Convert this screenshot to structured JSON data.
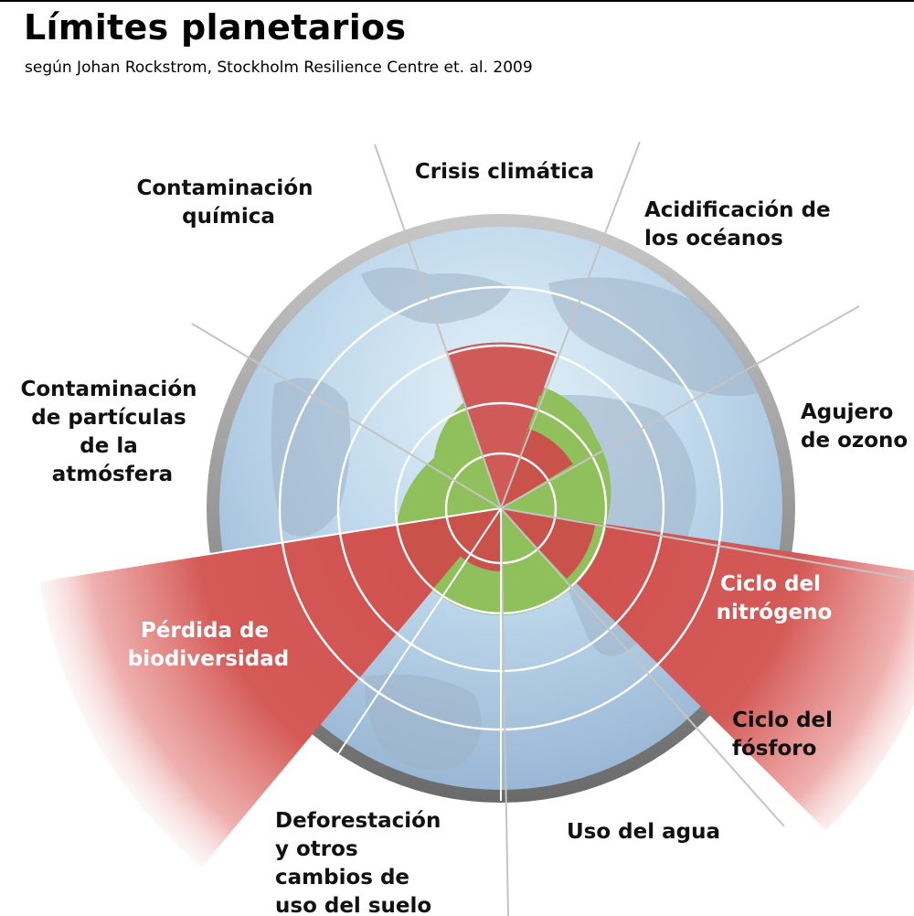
{
  "title": "Límites planetarios",
  "subtitle": "según Johan Rockstrom, Stockholm Resilience Centre et. al. 2009",
  "colors": {
    "exceeded": "#cf4e4c",
    "safe": "#8fc05b",
    "label_dark": "#111111",
    "label_light": "#ffffff"
  },
  "boundaries": [
    {
      "lines": [
        "Crisis climática"
      ],
      "status": "exceeded",
      "level": "inner-ring-plus"
    },
    {
      "lines": [
        "Acidificación de",
        "los océanos"
      ],
      "status": "near",
      "level": "safe"
    },
    {
      "lines": [
        "Agujero",
        "de ozono"
      ],
      "status": "safe",
      "level": "safe"
    },
    {
      "lines": [
        "Ciclo del",
        "nitrógeno"
      ],
      "status": "exceeded",
      "level": "far-beyond"
    },
    {
      "lines": [
        "Ciclo del",
        "fósforo"
      ],
      "status": "near",
      "level": "safe"
    },
    {
      "lines": [
        "Uso del agua"
      ],
      "status": "safe",
      "level": "safe"
    },
    {
      "lines": [
        "Deforestación",
        "y otros",
        "cambios de",
        "uso del suelo"
      ],
      "status": "safe",
      "level": "safe"
    },
    {
      "lines": [
        "Pérdida de",
        "biodiversidad"
      ],
      "status": "exceeded",
      "level": "far-beyond"
    },
    {
      "lines": [
        "Contaminación",
        "de partículas",
        "de la",
        "atmósfera"
      ],
      "status": "unknown",
      "level": "not quantified"
    },
    {
      "lines": [
        "Contaminación",
        "química"
      ],
      "status": "unknown",
      "level": "not quantified"
    }
  ]
}
